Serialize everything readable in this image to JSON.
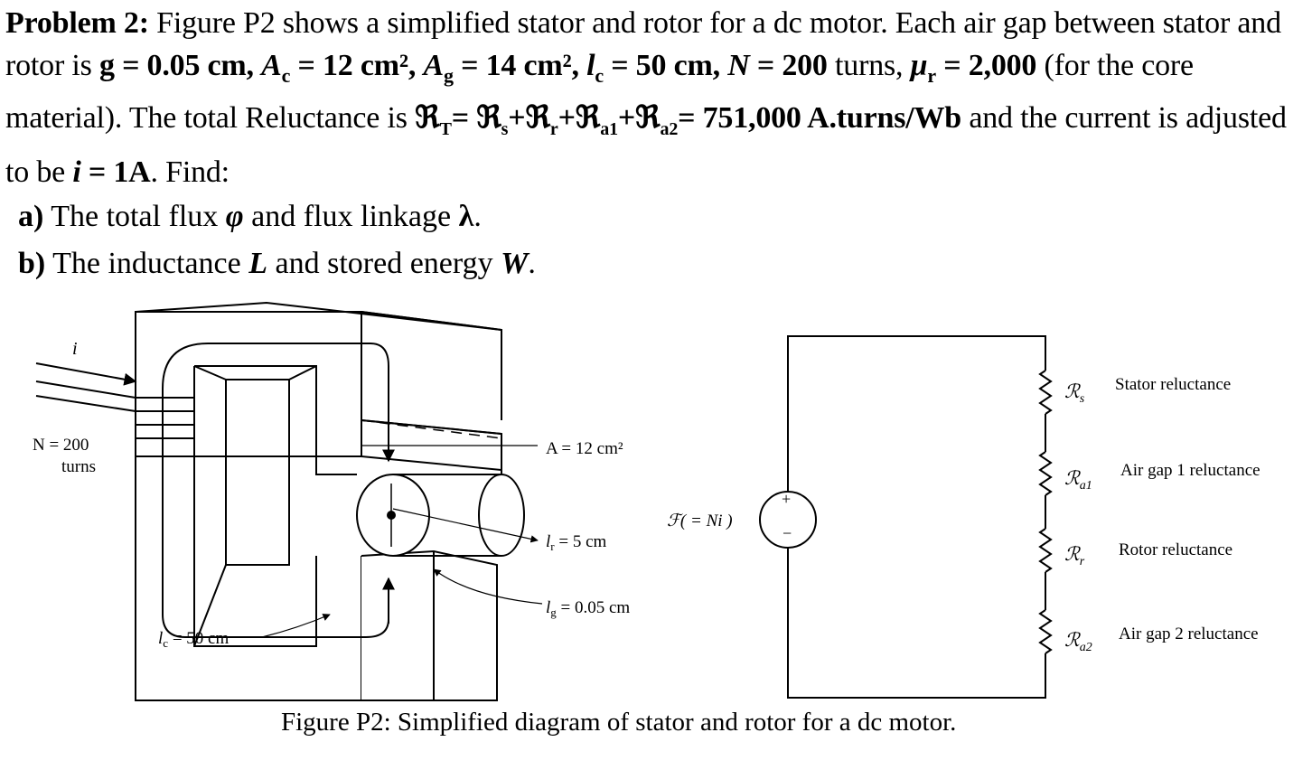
{
  "problem": {
    "heading": "Problem 2:",
    "intro": " Figure P2 shows a simplified stator and rotor for a dc motor. Each air gap between stator and rotor is ",
    "g_part": "g = 0.05 cm, ",
    "ac_part": "A",
    "ac_sub": "c",
    "ac_val": " = 12 cm², ",
    "ag_part": "A",
    "ag_sub": "g",
    "ag_val": " = 14 cm², ",
    "lc_part": "l",
    "lc_sub": "c",
    "lc_val": " = 50 cm, ",
    "n_part": "N",
    "n_val": " = 200",
    "turns_text": " turns, ",
    "mu_part": "μ",
    "mu_sub": "r",
    "mu_val": " = 2,000",
    "core_text": " (for the core material). The total Reluctance is ",
    "reluctance_expr": "ℜ",
    "rt_sub": "T",
    "reluctance_sum": "= ℜ",
    "rs_sub": "s",
    "plus1": "+ℜ",
    "rr_sub": "r",
    "plus2": "+ℜ",
    "ra1_sub": "a1",
    "plus3": "+ℜ",
    "ra2_sub": "a2",
    "reluctance_val": "= 751,000 A.turns/Wb",
    "current_text": " and the current is adjusted to be ",
    "i_sym": "i",
    "i_val": " = 1A",
    "find_text": ". Find:"
  },
  "parts": {
    "a_label": "a)",
    "a_text1": " The total flux ",
    "a_sym1": "φ",
    "a_text2": " and flux linkage ",
    "a_sym2": "λ",
    "a_end": ".",
    "b_label": "b)",
    "b_text1": " The inductance ",
    "b_sym1": "L",
    "b_text2": " and stored energy ",
    "b_sym2": "W",
    "b_end": "."
  },
  "figure": {
    "current_label": "i",
    "n_label": "N = 200",
    "turns_label": "turns",
    "ac_label": "A = 12 cm²",
    "lr_label": "l",
    "lr_sub": "r",
    "lr_val": " = 5 cm",
    "lg_label": "l",
    "lg_sub": "g",
    "lg_val": " = 0.05 cm",
    "lc_label": "l",
    "lc_sub": "c",
    "lc_val": " = 50 cm",
    "mmf_label": "ℱ( = Ni )",
    "plus_sign": "+",
    "minus_sign": "−",
    "rs_label": "ℛ",
    "rs_sub": "s",
    "ra1_label": "ℛ",
    "ra1_sub": "a1",
    "rr_label": "ℛ",
    "rr_sub": "r",
    "ra2_label": "ℛ",
    "ra2_sub": "a2",
    "stator_rel": "Stator reluctance",
    "gap1_rel": "Air gap 1 reluctance",
    "rotor_rel": "Rotor reluctance",
    "gap2_rel": "Air gap 2 reluctance"
  },
  "caption": "Figure P2: Simplified diagram of stator and rotor for a dc motor."
}
